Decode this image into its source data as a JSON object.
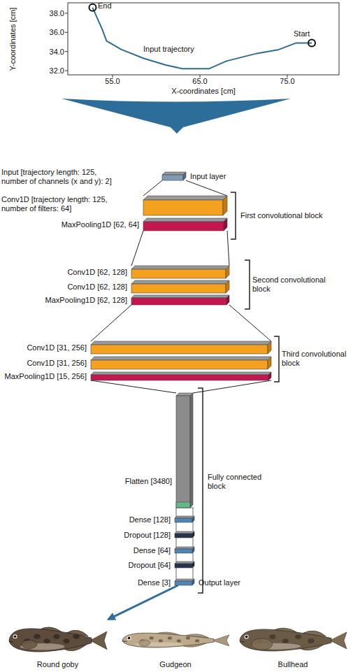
{
  "diagram": {
    "nodes": [
      {
        "text": [
          "Input [trajectory length: 125, number of channels (x and y): 2]",
          "Input layer"
        ]
      },
      {
        "text": [
          "Conv1D [trajectory length: 125, number of filters: 64]"
        ]
      },
      {
        "text": [
          "MaxPooling1D [62, 64]"
        ]
      },
      {
        "text": [
          "Conv1D [62, 128]"
        ]
      },
      {
        "text": [
          "Conv1D [62, 128]"
        ]
      },
      {
        "text": [
          "MaxPooling1D [62, 128]"
        ]
      },
      {
        "text": [
          "Conv1D [31, 256]"
        ]
      },
      {
        "text": [
          "Conv1D [31, 256]"
        ]
      },
      {
        "text": [
          "MaxPooling1D [15, 256]"
        ]
      },
      {
        "text": [
          "Flatten [3480]"
        ]
      },
      {
        "text": [
          "Dense [128]"
        ]
      },
      {
        "text": [
          "Dropout [128]"
        ]
      },
      {
        "text": [
          "Dense [64]"
        ]
      },
      {
        "text": [
          "Dropout [64]"
        ]
      },
      {
        "text": [
          "Dense [3]",
          "Output layer"
        ]
      },
      {
        "text": [
          "Round goby"
        ]
      },
      {
        "text": [
          "Gudgeon"
        ]
      },
      {
        "text": [
          "Bullhead"
        ]
      }
    ],
    "edges": [
      {
        "from": 0,
        "to": 1,
        "arrow": "none"
      },
      {
        "from": 2,
        "to": 3,
        "arrow": "none"
      },
      {
        "from": 5,
        "to": 6,
        "arrow": "none"
      },
      {
        "from": 8,
        "to": 9,
        "arrow": "none"
      },
      {
        "from": 14,
        "to": 15,
        "arrow": "to"
      }
    ],
    "labels": [
      "Y-coordinates [cm]",
      "38.0",
      "36.0",
      "34.0",
      "32.0",
      "End",
      "Start",
      "Input trajectory",
      "55.0",
      "65.0",
      "75.0",
      "X-coordinates [cm]",
      "First convolutional block",
      "Second convolutional block",
      "Third convolutional block",
      "Fully connected block"
    ]
  }
}
